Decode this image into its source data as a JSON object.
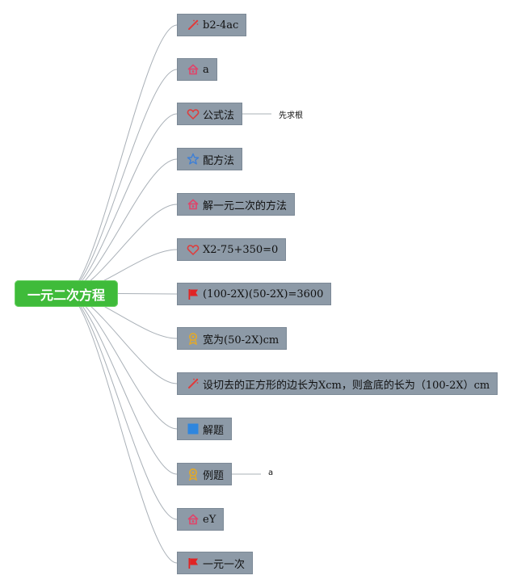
{
  "root": {
    "label": "一元二次方程"
  },
  "branches": [
    {
      "label": "b2-4ac",
      "icon": "wand-icon"
    },
    {
      "label": "a",
      "icon": "house-icon"
    },
    {
      "label": "公式法",
      "icon": "heart-icon",
      "child": "先求根"
    },
    {
      "label": "配方法",
      "icon": "star-icon"
    },
    {
      "label": "解一元二次的方法",
      "icon": "house-icon"
    },
    {
      "label": "X2-75+350=0",
      "icon": "heart-icon"
    },
    {
      "label": "(100-2X)(50-2X)=3600",
      "icon": "flag-icon"
    },
    {
      "label": "宽为(50-2X)cm",
      "icon": "medal-icon"
    },
    {
      "label": "设切去的正方形的边长为Xcm，则盒底的长为（100-2X）cm",
      "icon": "wand-icon"
    },
    {
      "label": "解题",
      "icon": "blue-square-icon"
    },
    {
      "label": "例题",
      "icon": "medal-icon",
      "child": "a"
    },
    {
      "label": "eY",
      "icon": "house-icon"
    },
    {
      "label": "一元一次",
      "icon": "flag-icon"
    }
  ],
  "colors": {
    "root": "#3fbb3a",
    "node": "#8d9aa7",
    "connector": "#a9b0b7"
  }
}
